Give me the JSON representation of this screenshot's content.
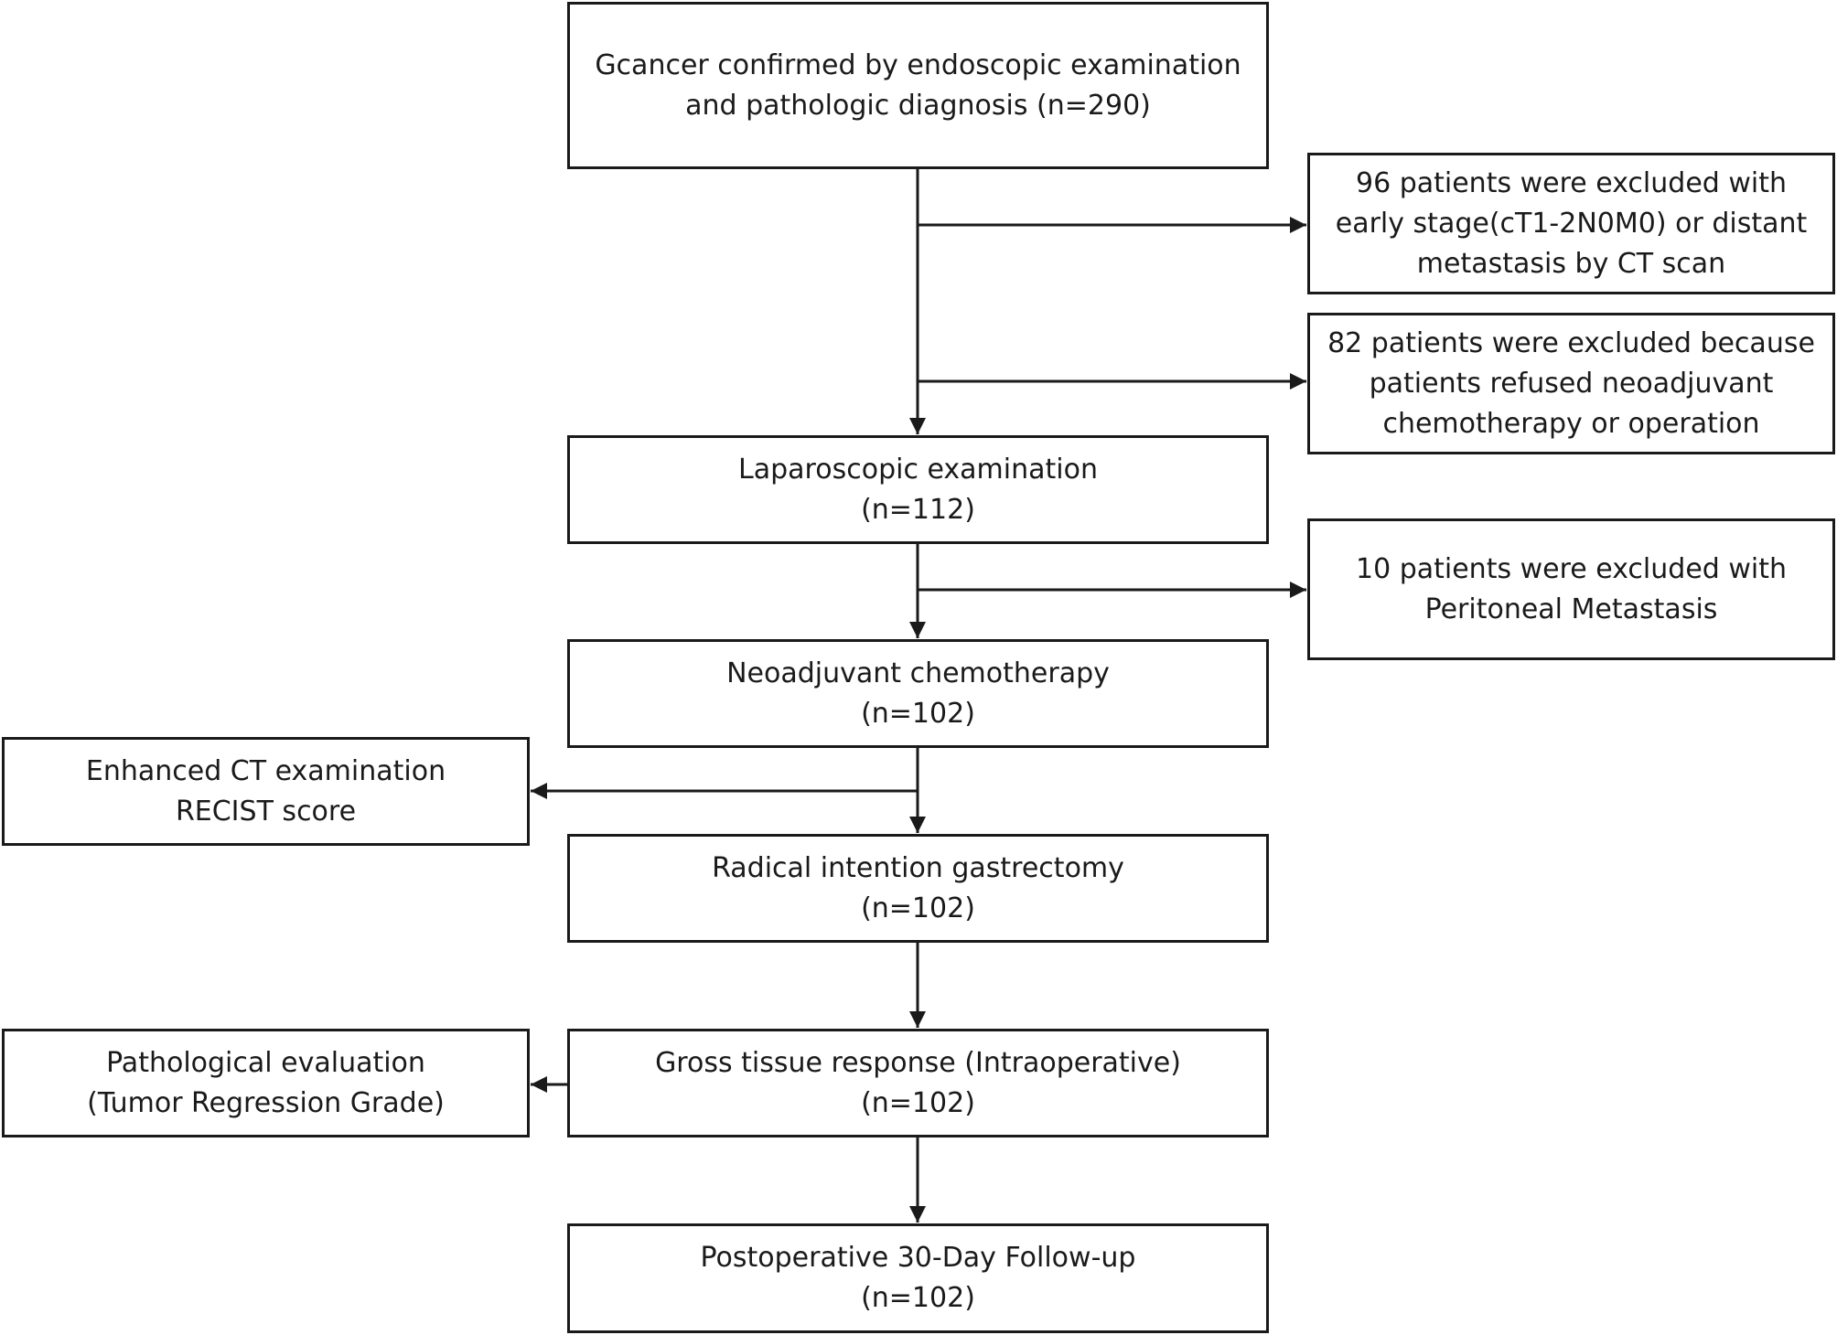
{
  "flowchart": {
    "main_steps": [
      {
        "id": "screening",
        "lines": [
          "Gcancer confirmed by endoscopic examination",
          "and pathologic diagnosis (n=290)"
        ]
      },
      {
        "id": "laparoscopy",
        "lines": [
          "Laparoscopic examination",
          "(n=112)"
        ]
      },
      {
        "id": "chemotherapy",
        "lines": [
          "Neoadjuvant chemotherapy",
          "(n=102)"
        ]
      },
      {
        "id": "gastrectomy",
        "lines": [
          "Radical intention gastrectomy",
          "(n=102)"
        ]
      },
      {
        "id": "gross-response",
        "lines": [
          "Gross tissue response (Intraoperative)",
          "(n=102)"
        ]
      },
      {
        "id": "follow-up",
        "lines": [
          "Postoperative 30-Day Follow-up",
          "(n=102)"
        ]
      }
    ],
    "exclusions": [
      {
        "id": "exclusion-staging",
        "lines": [
          "96 patients were excluded with",
          "early stage(cT1-2N0M0) or distant",
          "metastasis by CT scan"
        ]
      },
      {
        "id": "exclusion-refused",
        "lines": [
          "82 patients were excluded because",
          "patients refused neoadjuvant",
          "chemotherapy or operation"
        ]
      },
      {
        "id": "exclusion-peritoneal",
        "lines": [
          "10 patients were excluded with",
          "Peritoneal Metastasis"
        ]
      }
    ],
    "evaluations": [
      {
        "id": "ct-evaluation",
        "lines": [
          "Enhanced CT examination",
          "RECIST score"
        ]
      },
      {
        "id": "pathology-evaluation",
        "lines": [
          "Pathological evaluation",
          "(Tumor Regression Grade)"
        ]
      }
    ]
  }
}
